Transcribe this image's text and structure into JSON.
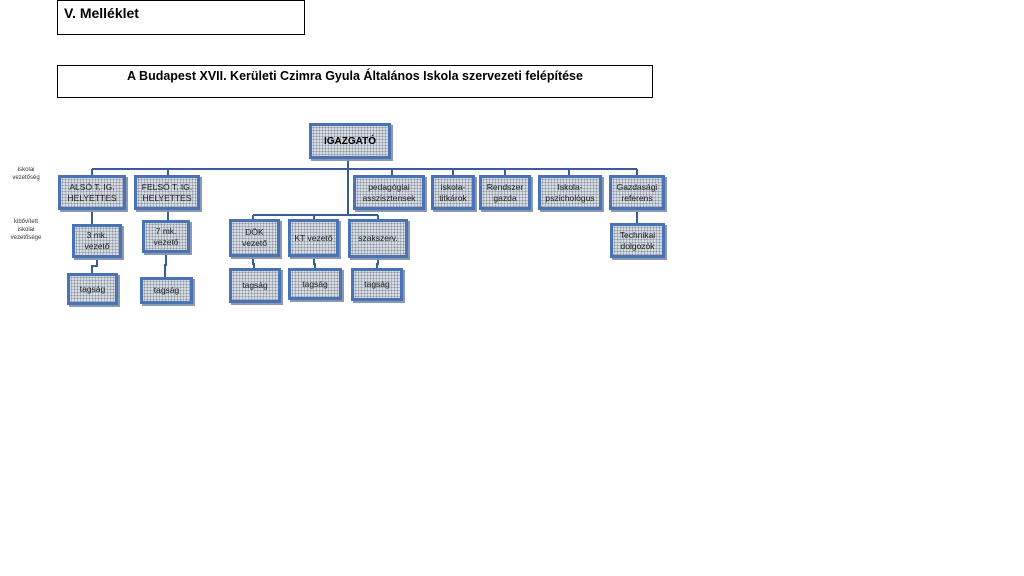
{
  "header": {
    "annex_label": "V. Melléklet",
    "title": "A Budapest XVII. Kerületi Czimra Gyula Általános Iskola szervezeti felépítése"
  },
  "side_labels": {
    "school_leadership": "Iskolai vezetőség",
    "extended_leadership": "kibővített iskolai vezetősége"
  },
  "nodes": {
    "director": "IGAZGATÓ",
    "lower_deputy": "ALSÓ T. IG. HELYETTES",
    "upper_deputy": "FELSŐ T. IG. HELYETTES",
    "ped_assistants": "pedagógiai asszisztensek",
    "school_secretaries": "iskola-titkárok",
    "sysadmin": "Rendszer gazda",
    "school_psychologist": "Iskola-pszichológus",
    "economic_officer": "Gazdasági referens",
    "lower_team_leader": "3 mk. vezető",
    "upper_team_leader": "7 mk. vezető",
    "dok_leader": "DÖK vezető",
    "kt_leader": "KT vezető",
    "union": "szakszerv.",
    "tech_staff": "Technikai dolgozók",
    "lower_membership": "tagság",
    "upper_membership": "tagság",
    "dok_membership": "tagság",
    "kt_membership": "tagság",
    "union_membership": "tagság"
  },
  "colors": {
    "node_border": "#4a73b5",
    "connector": "#3a5d97"
  }
}
